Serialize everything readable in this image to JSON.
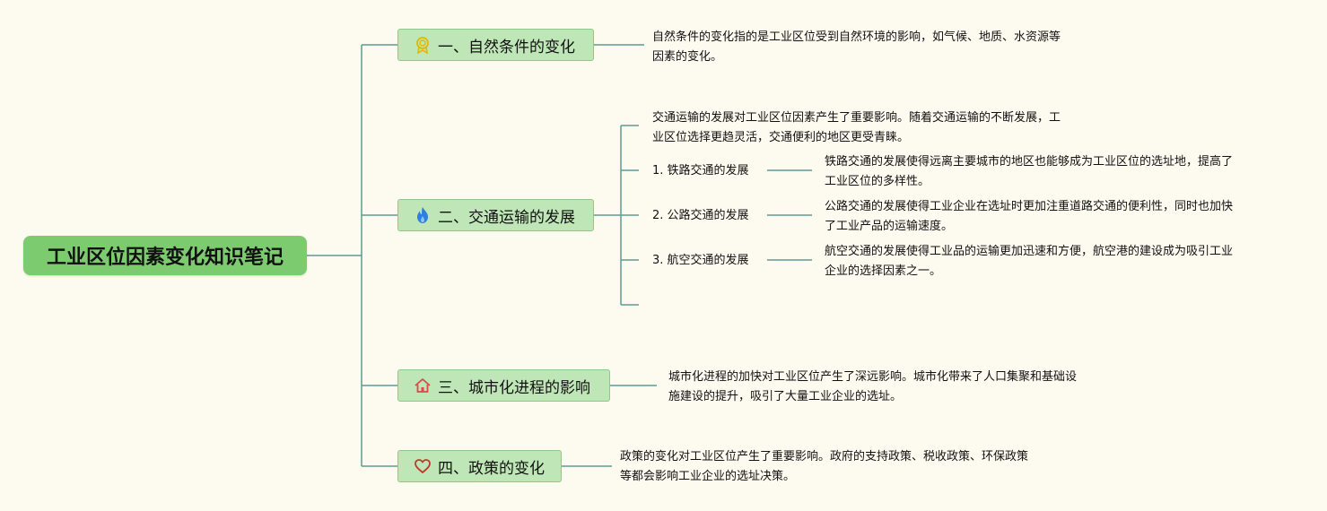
{
  "root": {
    "title": "工业区位因素变化知识笔记"
  },
  "branches": [
    {
      "label": "一、自然条件的变化",
      "icon": "award-icon",
      "note": [
        "自然条件的变化指的是工业区位受到自然环境的影响，如气候、地质、水资源等",
        "因素的变化。"
      ]
    },
    {
      "label": "二、交通运输的发展",
      "icon": "fire-icon",
      "intro": [
        "交通运输的发展对工业区位因素产生了重要影响。随着交通运输的不断发展，工",
        "业区位选择更趋灵活，交通便利的地区更受青睐。"
      ],
      "subs": [
        {
          "label": "1. 铁路交通的发展",
          "note": [
            "铁路交通的发展使得远离主要城市的地区也能够成为工业区位的选址地，提高了",
            "工业区位的多样性。"
          ]
        },
        {
          "label": "2. 公路交通的发展",
          "note": [
            "公路交通的发展使得工业企业在选址时更加注重道路交通的便利性，同时也加快",
            "了工业产品的运输速度。"
          ]
        },
        {
          "label": "3. 航空交通的发展",
          "note": [
            "航空交通的发展使得工业品的运输更加迅速和方便，航空港的建设成为吸引工业",
            "企业的选择因素之一。"
          ]
        }
      ]
    },
    {
      "label": "三、城市化进程的影响",
      "icon": "home-icon",
      "note": [
        "城市化进程的加快对工业区位产生了深远影响。城市化带来了人口集聚和基础设",
        "施建设的提升，吸引了大量工业企业的选址。"
      ]
    },
    {
      "label": "四、政策的变化",
      "icon": "heart-icon",
      "note": [
        "政策的变化对工业区位产生了重要影响。政府的支持政策、税收政策、环保政策",
        "等都会影响工业企业的选址决策。"
      ]
    }
  ],
  "colors": {
    "background": "#fdfaf0",
    "root_fill": "#7dcb6f",
    "branch_fill": "#bfe6b6",
    "branch_border": "#8fc98a",
    "line": "#4a8f8a"
  }
}
